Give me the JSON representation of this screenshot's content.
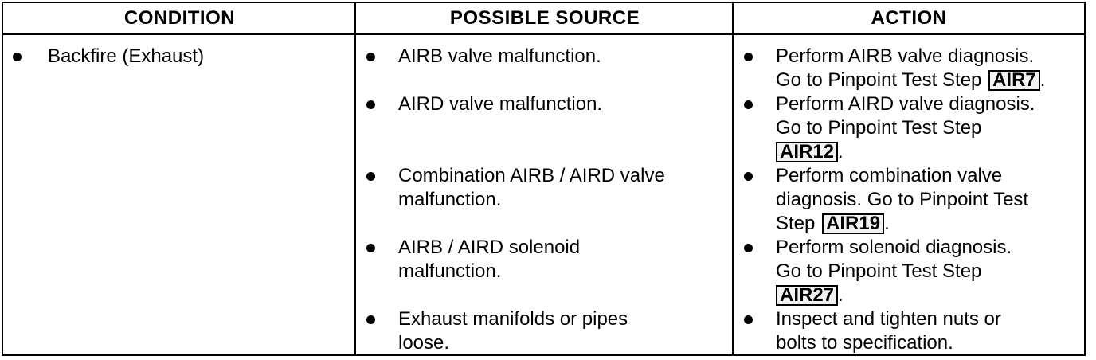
{
  "headers": {
    "condition": "CONDITION",
    "source": "POSSIBLE SOURCE",
    "action": "ACTION"
  },
  "condition": "Backfire (Exhaust)",
  "rows": [
    {
      "source_l1": "AIRB valve malfunction.",
      "source_l2": "",
      "action_l1": "Perform AIRB valve diagnosis.",
      "action_l2": "Go to Pinpoint Test Step",
      "action_l3": "",
      "step": "AIR7"
    },
    {
      "source_l1": "AIRD valve malfunction.",
      "source_l2": "",
      "action_l1": "Perform AIRD valve diagnosis.",
      "action_l2": "Go to Pinpoint Test Step",
      "action_l3": "",
      "step": "AIR12"
    },
    {
      "source_l1": "Combination AIRB / AIRD valve",
      "source_l2": "malfunction.",
      "action_l1": "Perform combination valve",
      "action_l2": "diagnosis. Go to Pinpoint Test",
      "action_l3": "Step",
      "step": "AIR19"
    },
    {
      "source_l1": "AIRB / AIRD solenoid",
      "source_l2": "malfunction.",
      "action_l1": "Perform solenoid diagnosis.",
      "action_l2": "Go to Pinpoint Test Step",
      "action_l3": "",
      "step": "AIR27"
    },
    {
      "source_l1": "Exhaust manifolds or pipes",
      "source_l2": "loose.",
      "action_l1": "Inspect and tighten nuts or",
      "action_l2": "bolts to specification.",
      "action_l3": "",
      "step": ""
    }
  ]
}
